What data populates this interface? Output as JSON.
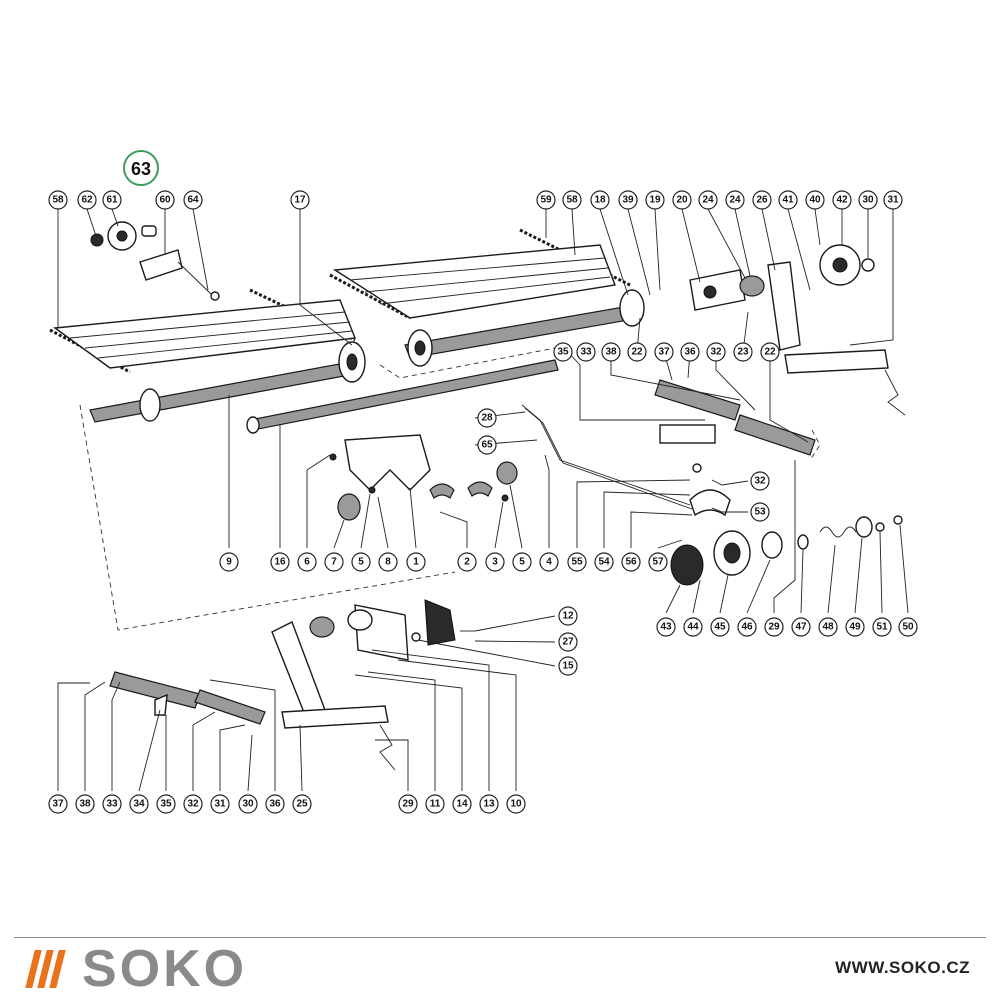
{
  "figure": {
    "number": "63"
  },
  "callouts": {
    "top_left": [
      "58",
      "62",
      "61",
      "60",
      "64",
      "17"
    ],
    "top_right": [
      "59",
      "58",
      "18",
      "39",
      "19",
      "20",
      "24",
      "24",
      "26",
      "41",
      "40",
      "42",
      "30",
      "31"
    ],
    "mid_right": [
      "35",
      "33",
      "38",
      "37",
      "36",
      "32",
      "22",
      "23"
    ],
    "middle": [
      "28",
      "65",
      "32",
      "53"
    ],
    "bottom_row_mid": [
      "9",
      "16",
      "6",
      "7",
      "5",
      "8",
      "1",
      "2",
      "3",
      "5",
      "4",
      "55",
      "54",
      "56",
      "57"
    ],
    "bottom_row_right": [
      "43",
      "44",
      "45",
      "46",
      "29",
      "47",
      "48",
      "49",
      "51",
      "50"
    ],
    "plate_labels": [
      "12",
      "27",
      "15"
    ],
    "bottom_row_left": [
      "37",
      "38",
      "33",
      "34",
      "35",
      "32",
      "31",
      "30",
      "36",
      "25",
      "29",
      "11",
      "14",
      "13",
      "10"
    ]
  },
  "brand": {
    "name": "SOKO",
    "website": "WWW.SOKO.CZ",
    "accent_color": "#e8731f",
    "name_color": "#8a8a8a"
  }
}
